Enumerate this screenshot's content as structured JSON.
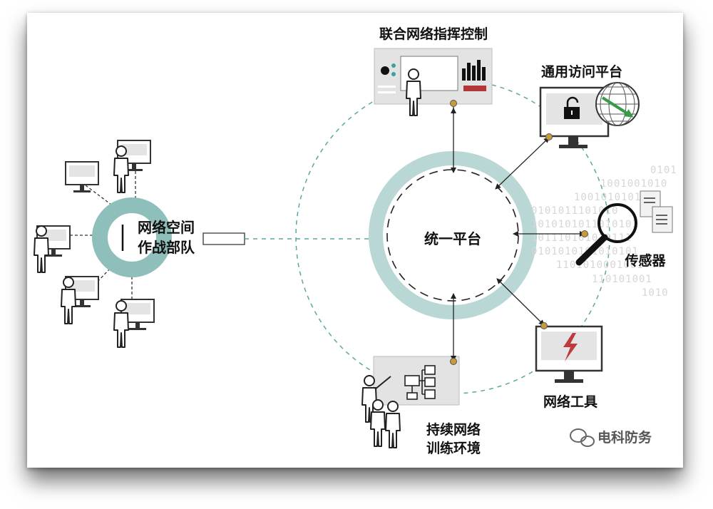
{
  "labels": {
    "command_control": "联合网络指挥控制",
    "access_platform": "通用访问平台",
    "unified_platform": "统一平台",
    "sensor": "传感器",
    "network_tools": "网络工具",
    "training_line1": "持续网络",
    "training_line2": "训练环境",
    "cyber_force_line1": "网络空间",
    "cyber_force_line2": "作战部队"
  },
  "watermark": "电科防务",
  "binary_lines": [
    "0101",
    "1001001010",
    "1001010101",
    "0101011101010",
    "1010101011010101",
    "101110101010111",
    "0101010101010101",
    "1101010001001",
    "110101001",
    "1010"
  ],
  "colors": {
    "teal_ring": "#b9d7d4",
    "teal_dash": "#5aa7a3",
    "node_dot": "#c79a3a",
    "lightning": "#c0393b",
    "arrow_green": "#3a9a4a",
    "panel_red": "#b1373a"
  }
}
